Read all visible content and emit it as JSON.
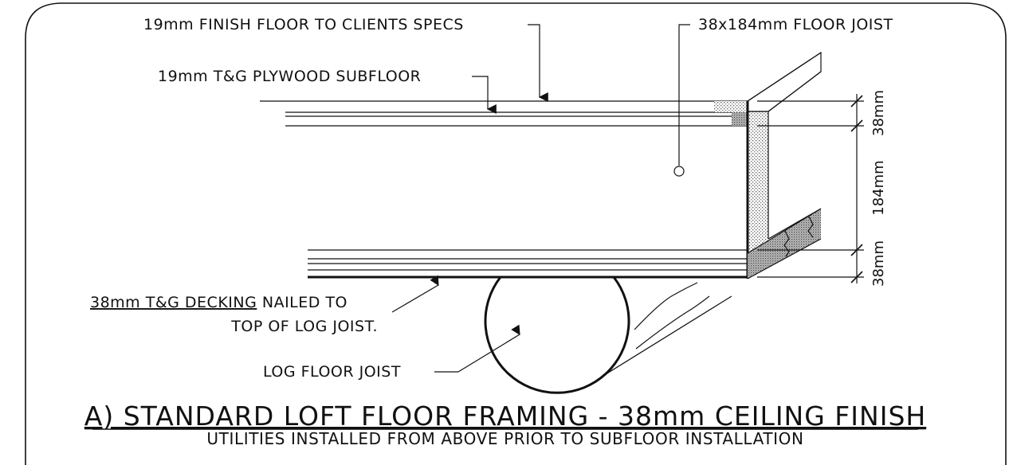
{
  "callouts": {
    "finish_floor": "19mm FINISH FLOOR TO CLIENTS SPECS",
    "plywood_subfloor": "19mm T&G PLYWOOD SUBFLOOR",
    "floor_joist": "38x184mm FLOOR JOIST",
    "decking_underlined": "38mm T&G DECKING",
    "decking_rest": " NAILED TO",
    "decking_line2": "TOP OF LOG JOIST.",
    "log_joist": "LOG FLOOR JOIST"
  },
  "dimensions": {
    "top": "38mm",
    "middle": "184mm",
    "bottom": "38mm"
  },
  "title": "A)  STANDARD LOFT FLOOR FRAMING - 38mm CEILING FINISH",
  "subtitle": "UTILITIES INSTALLED FROM ABOVE PRIOR TO SUBFLOOR INSTALLATION"
}
